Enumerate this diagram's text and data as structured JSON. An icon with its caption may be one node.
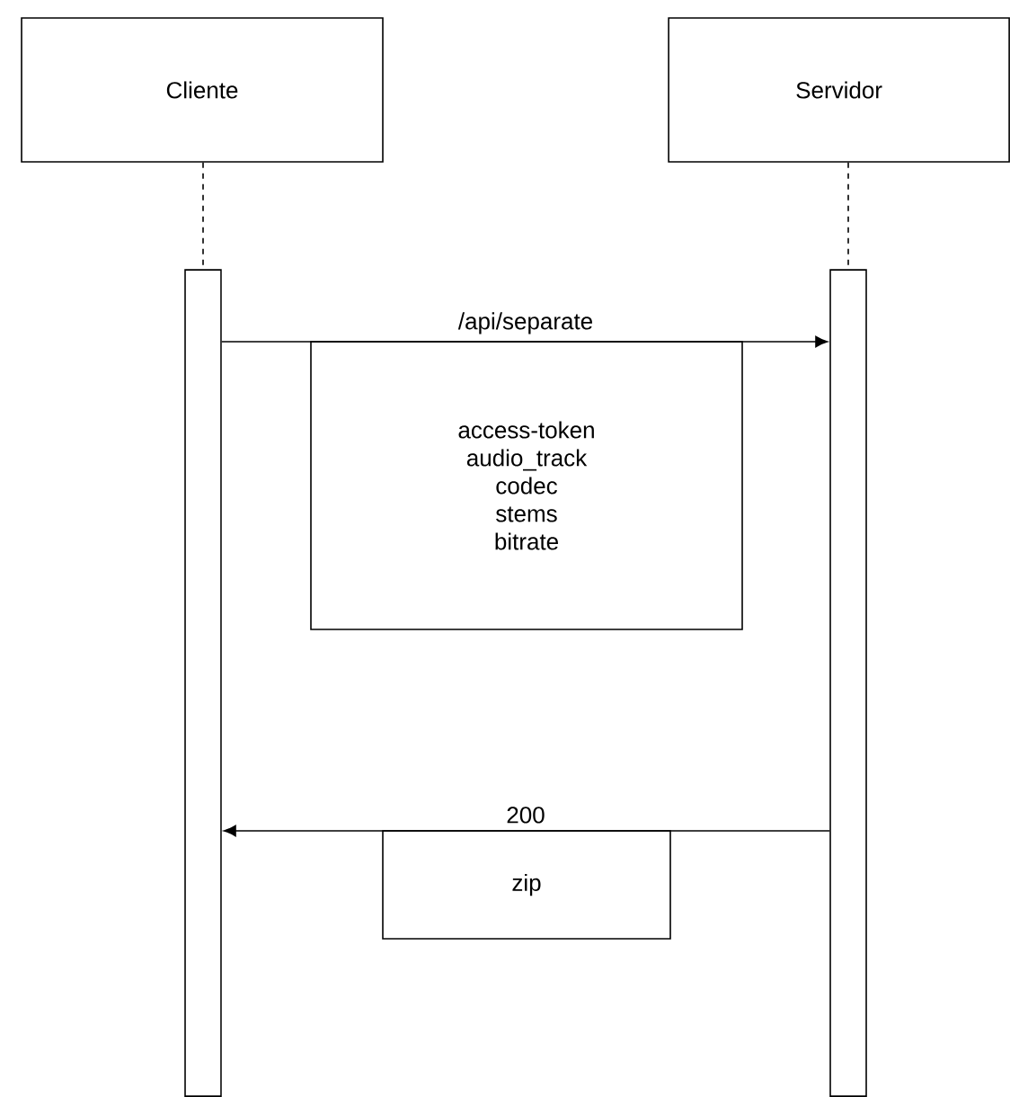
{
  "diagram": {
    "nodes": [
      {
        "text": [
          "Cliente"
        ]
      },
      {
        "text": [
          "Servidor"
        ]
      },
      {
        "text": [],
        "shape": "bar"
      },
      {
        "text": [],
        "shape": "bar"
      },
      {
        "text": [
          "access-token",
          "audio_track",
          "codec",
          "stems",
          "bitrate"
        ]
      },
      {
        "text": [
          "zip"
        ]
      }
    ],
    "edges": [
      {
        "from": 0,
        "to": 2,
        "arrow": "none",
        "style": "dashed"
      },
      {
        "from": 1,
        "to": 3,
        "arrow": "none",
        "style": "dashed"
      },
      {
        "from": 2,
        "to": 3,
        "arrow": "to",
        "label": "/api/separate"
      },
      {
        "from": 3,
        "to": 2,
        "arrow": "to",
        "label": "200"
      }
    ]
  }
}
